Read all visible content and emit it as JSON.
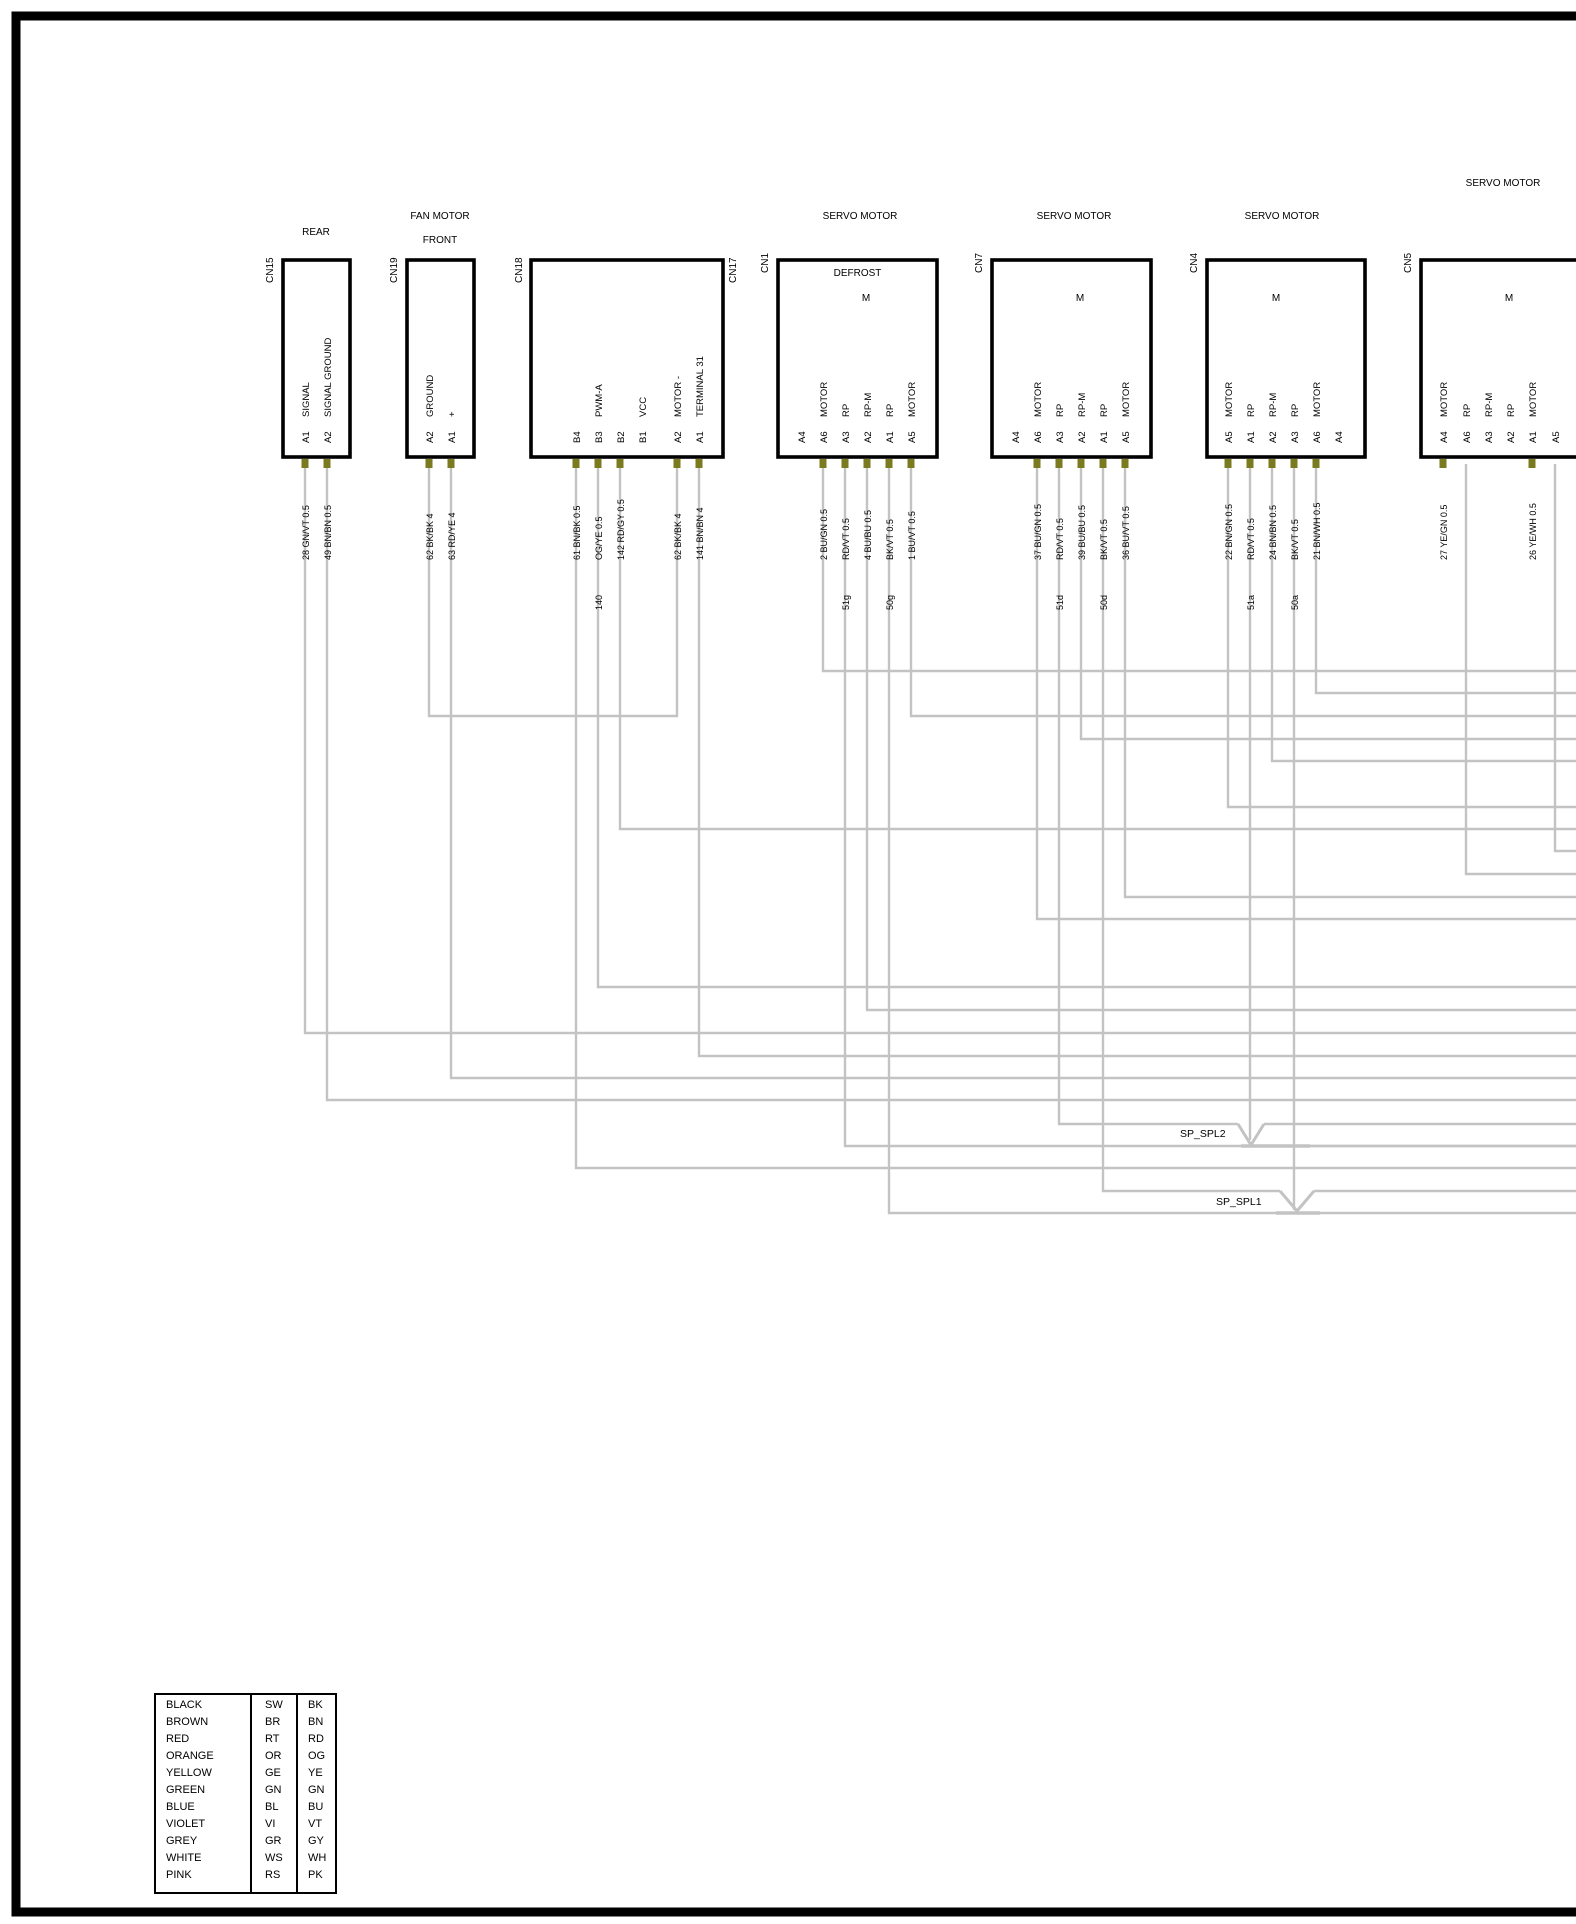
{
  "connectors": {
    "cn15": {
      "id": "CN15",
      "title": [
        "REAR"
      ],
      "pins": [
        {
          "pin": "A1",
          "func": "SIGNAL",
          "wire": "28 GN/VT 0.5"
        },
        {
          "pin": "A2",
          "func": "SIGNAL GROUND",
          "wire": "49 BN/BN 0.5"
        }
      ]
    },
    "cn19": {
      "id": "CN19",
      "title": [
        "FAN MOTOR",
        "FRONT"
      ],
      "pins": [
        {
          "pin": "A2",
          "func": "GROUND",
          "wire": "62 BK/BK 4"
        },
        {
          "pin": "A1",
          "func": "+",
          "wire": "63 RD/YE 4"
        }
      ]
    },
    "cn18": {
      "id": "CN18",
      "id2": "CN17",
      "pins": [
        {
          "pin": "B4",
          "func": "",
          "wire": "61 BN/BK 0.5"
        },
        {
          "pin": "B3",
          "func": "PWM-A",
          "wire": "OG/YE 0.5",
          "num": "140"
        },
        {
          "pin": "B2",
          "func": "",
          "wire": "142 RD/GY 0.5"
        },
        {
          "pin": "B1",
          "func": "VCC",
          "wire": ""
        },
        {
          "pin": "A2",
          "func": "MOTOR -",
          "wire": "62 BK/BK 4"
        },
        {
          "pin": "A1",
          "func": "TERMINAL 31",
          "wire": "141 BN/BN 4"
        }
      ]
    },
    "cn1": {
      "id": "CN1",
      "title": [
        "SERVO MOTOR"
      ],
      "inner": "DEFROST",
      "m": "M",
      "pins": [
        {
          "pin": "A4",
          "func": "",
          "wire": ""
        },
        {
          "pin": "A6",
          "func": "MOTOR",
          "wire": "2 BU/GN 0.5"
        },
        {
          "pin": "A3",
          "func": "RP",
          "wire": "RD/VT 0.5",
          "num": "51g"
        },
        {
          "pin": "A2",
          "func": "RP-M",
          "wire": "4 BU/BU 0.5"
        },
        {
          "pin": "A1",
          "func": "RP",
          "wire": "BK/VT 0.5",
          "num": "50g"
        },
        {
          "pin": "A5",
          "func": "MOTOR",
          "wire": "1 BU/VT 0.5"
        }
      ]
    },
    "cn7": {
      "id": "CN7",
      "title": [
        "SERVO MOTOR"
      ],
      "m": "M",
      "pins": [
        {
          "pin": "A4",
          "func": "",
          "wire": ""
        },
        {
          "pin": "A6",
          "func": "MOTOR",
          "wire": "37 BU/GN 0.5"
        },
        {
          "pin": "A3",
          "func": "RP",
          "wire": "RD/VT 0.5",
          "num": "51d"
        },
        {
          "pin": "A2",
          "func": "RP-M",
          "wire": "39 BU/BU 0.5"
        },
        {
          "pin": "A1",
          "func": "RP",
          "wire": "BK/VT 0.5",
          "num": "50d"
        },
        {
          "pin": "A5",
          "func": "MOTOR",
          "wire": "36 BU/VT 0.5"
        }
      ]
    },
    "cn4": {
      "id": "CN4",
      "title": [
        "SERVO MOTOR"
      ],
      "m": "M",
      "pins": [
        {
          "pin": "A5",
          "func": "MOTOR",
          "wire": "22 BN/GN 0.5"
        },
        {
          "pin": "A1",
          "func": "RP",
          "wire": "RD/VT 0.5",
          "num": "51a"
        },
        {
          "pin": "A2",
          "func": "RP-M",
          "wire": "24 BN/BN 0.5"
        },
        {
          "pin": "A3",
          "func": "RP",
          "wire": "BK/VT 0.5",
          "num": "50a"
        },
        {
          "pin": "A6",
          "func": "MOTOR",
          "wire": "21 BN/WH 0.5"
        },
        {
          "pin": "A4",
          "func": "",
          "wire": ""
        }
      ]
    },
    "cn5": {
      "id": "CN5",
      "title": [
        "SERVO MOTOR"
      ],
      "m": "M",
      "pins": [
        {
          "pin": "A4",
          "func": "MOTOR",
          "wire": "27 YE/GN 0.5"
        },
        {
          "pin": "A6",
          "func": "RP",
          "wire": ""
        },
        {
          "pin": "A3",
          "func": "RP-M",
          "wire": ""
        },
        {
          "pin": "A2",
          "func": "RP",
          "wire": ""
        },
        {
          "pin": "A1",
          "func": "MOTOR",
          "wire": "26 YE/WH 0.5"
        },
        {
          "pin": "A5",
          "func": "",
          "wire": ""
        }
      ]
    }
  },
  "splices": {
    "spl2": "SP_SPL2",
    "spl1": "SP_SPL1"
  },
  "legend": [
    {
      "color": "BLACK",
      "de": "SW",
      "en": "BK"
    },
    {
      "color": "BROWN",
      "de": "BR",
      "en": "BN"
    },
    {
      "color": "RED",
      "de": "RT",
      "en": "RD"
    },
    {
      "color": "ORANGE",
      "de": "OR",
      "en": "OG"
    },
    {
      "color": "YELLOW",
      "de": "GE",
      "en": "YE"
    },
    {
      "color": "GREEN",
      "de": "GN",
      "en": "GN"
    },
    {
      "color": "BLUE",
      "de": "BL",
      "en": "BU"
    },
    {
      "color": "VIOLET",
      "de": "VI",
      "en": "VT"
    },
    {
      "color": "GREY",
      "de": "GR",
      "en": "GY"
    },
    {
      "color": "WHITE",
      "de": "WS",
      "en": "WH"
    },
    {
      "color": "PINK",
      "de": "RS",
      "en": "PK"
    }
  ],
  "colors": {
    "wire": "#c3c3c3",
    "terminal": "#7a7a1e",
    "border": "#000000"
  }
}
